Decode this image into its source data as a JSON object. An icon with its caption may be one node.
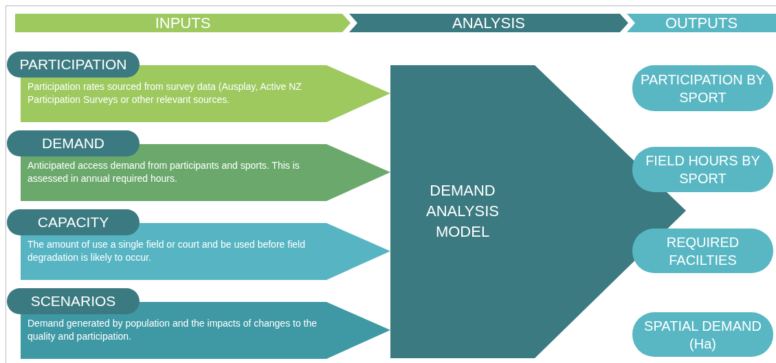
{
  "diagram": {
    "nodes": [
      {
        "text": [
          "INPUTS"
        ]
      },
      {
        "text": [
          "ANALYSIS"
        ]
      },
      {
        "text": [
          "OUTPUTS"
        ]
      },
      {
        "text": [
          "PARTICIPATION",
          "Participation rates sourced from survey data (Ausplay, Active NZ Participation Surveys or other relevant sources."
        ]
      },
      {
        "text": [
          "DEMAND",
          "Anticipated access demand from participants and sports. This is assessed in annual required hours."
        ]
      },
      {
        "text": [
          "CAPACITY",
          "The amount of use a single field or court and be used before field degradation is likely to occur."
        ]
      },
      {
        "text": [
          "SCENARIOS",
          "Demand generated by population and the impacts of changes to the quality and participation."
        ]
      },
      {
        "text": [
          "DEMAND ANALYSIS MODEL"
        ]
      },
      {
        "text": [
          "PARTICIPATION BY SPORT"
        ]
      },
      {
        "text": [
          "FIELD HOURS BY SPORT"
        ]
      },
      {
        "text": [
          "REQUIRED FACILTIES"
        ]
      },
      {
        "text": [
          "SPATIAL DEMAND (Ha)"
        ]
      }
    ]
  }
}
